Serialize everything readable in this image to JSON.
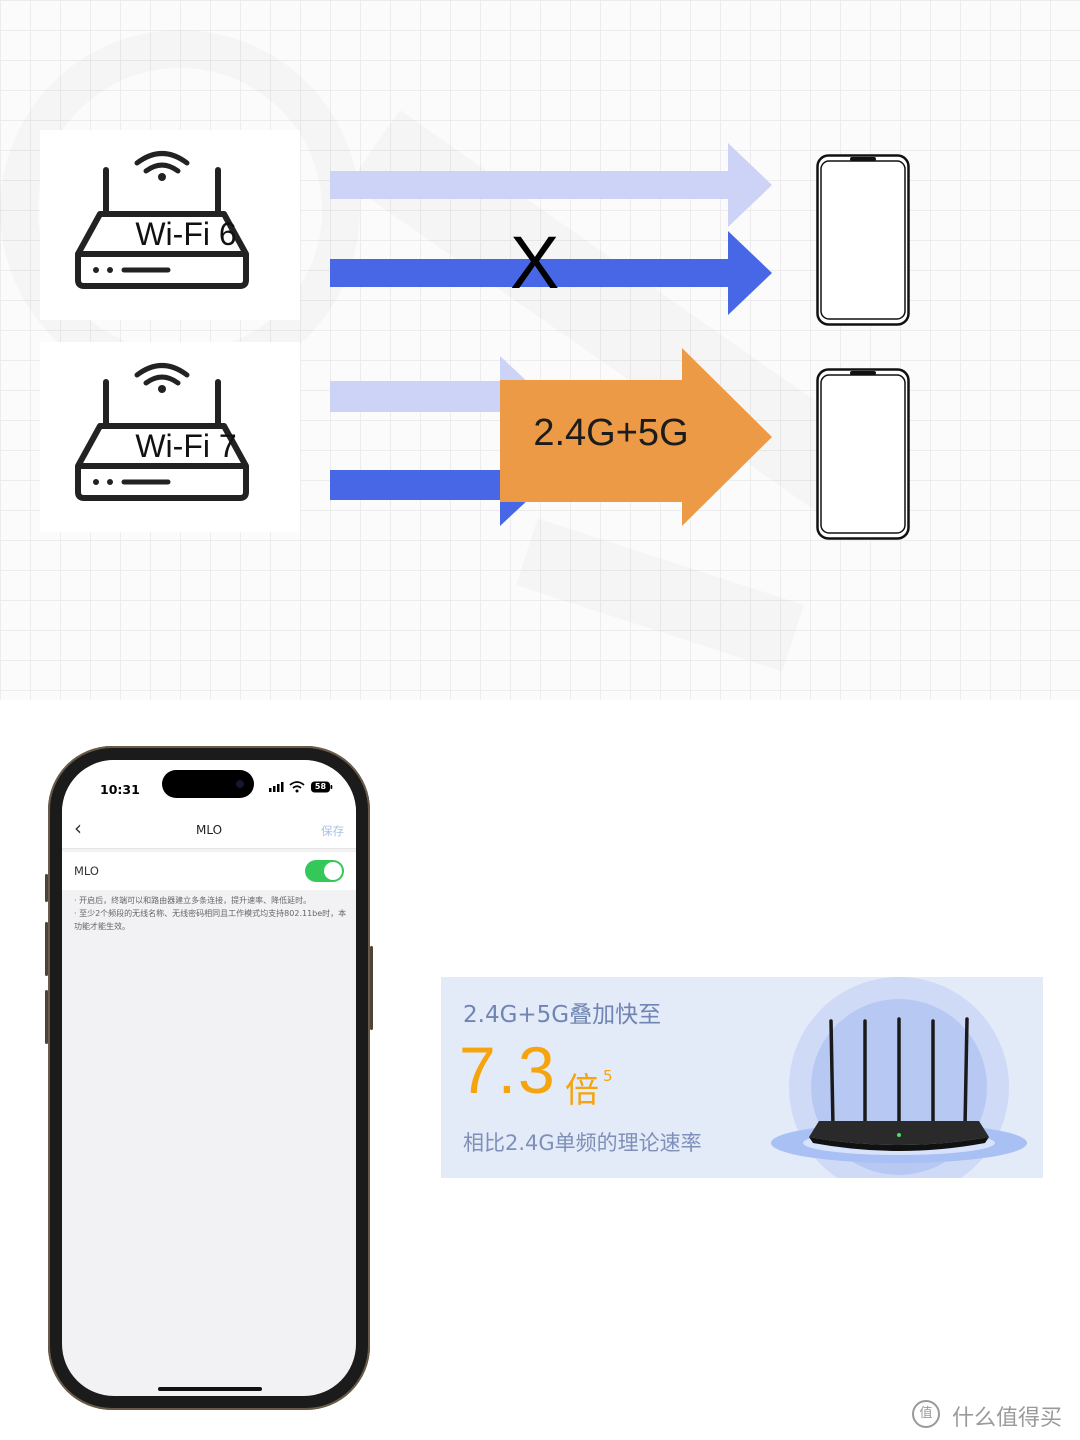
{
  "diagram": {
    "router_top_label": "Wi-Fi 6",
    "router_bottom_label": "Wi-Fi 7",
    "blocked_mark": "X",
    "combined_label": "2.4G+5G",
    "colors": {
      "light_band": "#cdd2f7",
      "dark_band": "#4867e6",
      "combined_arrow": "#ec9a45"
    },
    "icons": [
      "router-icon",
      "wifi-signal-icon",
      "smartphone-outline-icon",
      "arrow-icon"
    ]
  },
  "phone": {
    "status": {
      "time": "10:31",
      "battery": "58"
    },
    "nav": {
      "back_icon": "chevron-left-icon",
      "title": "MLO",
      "save": "保存"
    },
    "setting": {
      "label": "MLO",
      "enabled": true
    },
    "notes": [
      "· 开启后，终端可以和路由器建立多条连接，提升速率、降低延时。",
      "· 至少2个频段的无线名称、无线密码相同且工作模式均支持802.11be时，本功能才能生效。"
    ],
    "colors": {
      "toggle_on": "#34c759",
      "save_text": "#a9c2e8"
    }
  },
  "banner": {
    "headline": "2.4G+5G叠加快至",
    "value": "7.3",
    "unit": "倍",
    "footnote": "5",
    "subtitle": "相比2.4G单频的理论速率",
    "colors": {
      "background": "#e3eaf8",
      "value": "#f6a40d"
    }
  },
  "watermark": {
    "logo": "值",
    "text": "什么值得买"
  }
}
